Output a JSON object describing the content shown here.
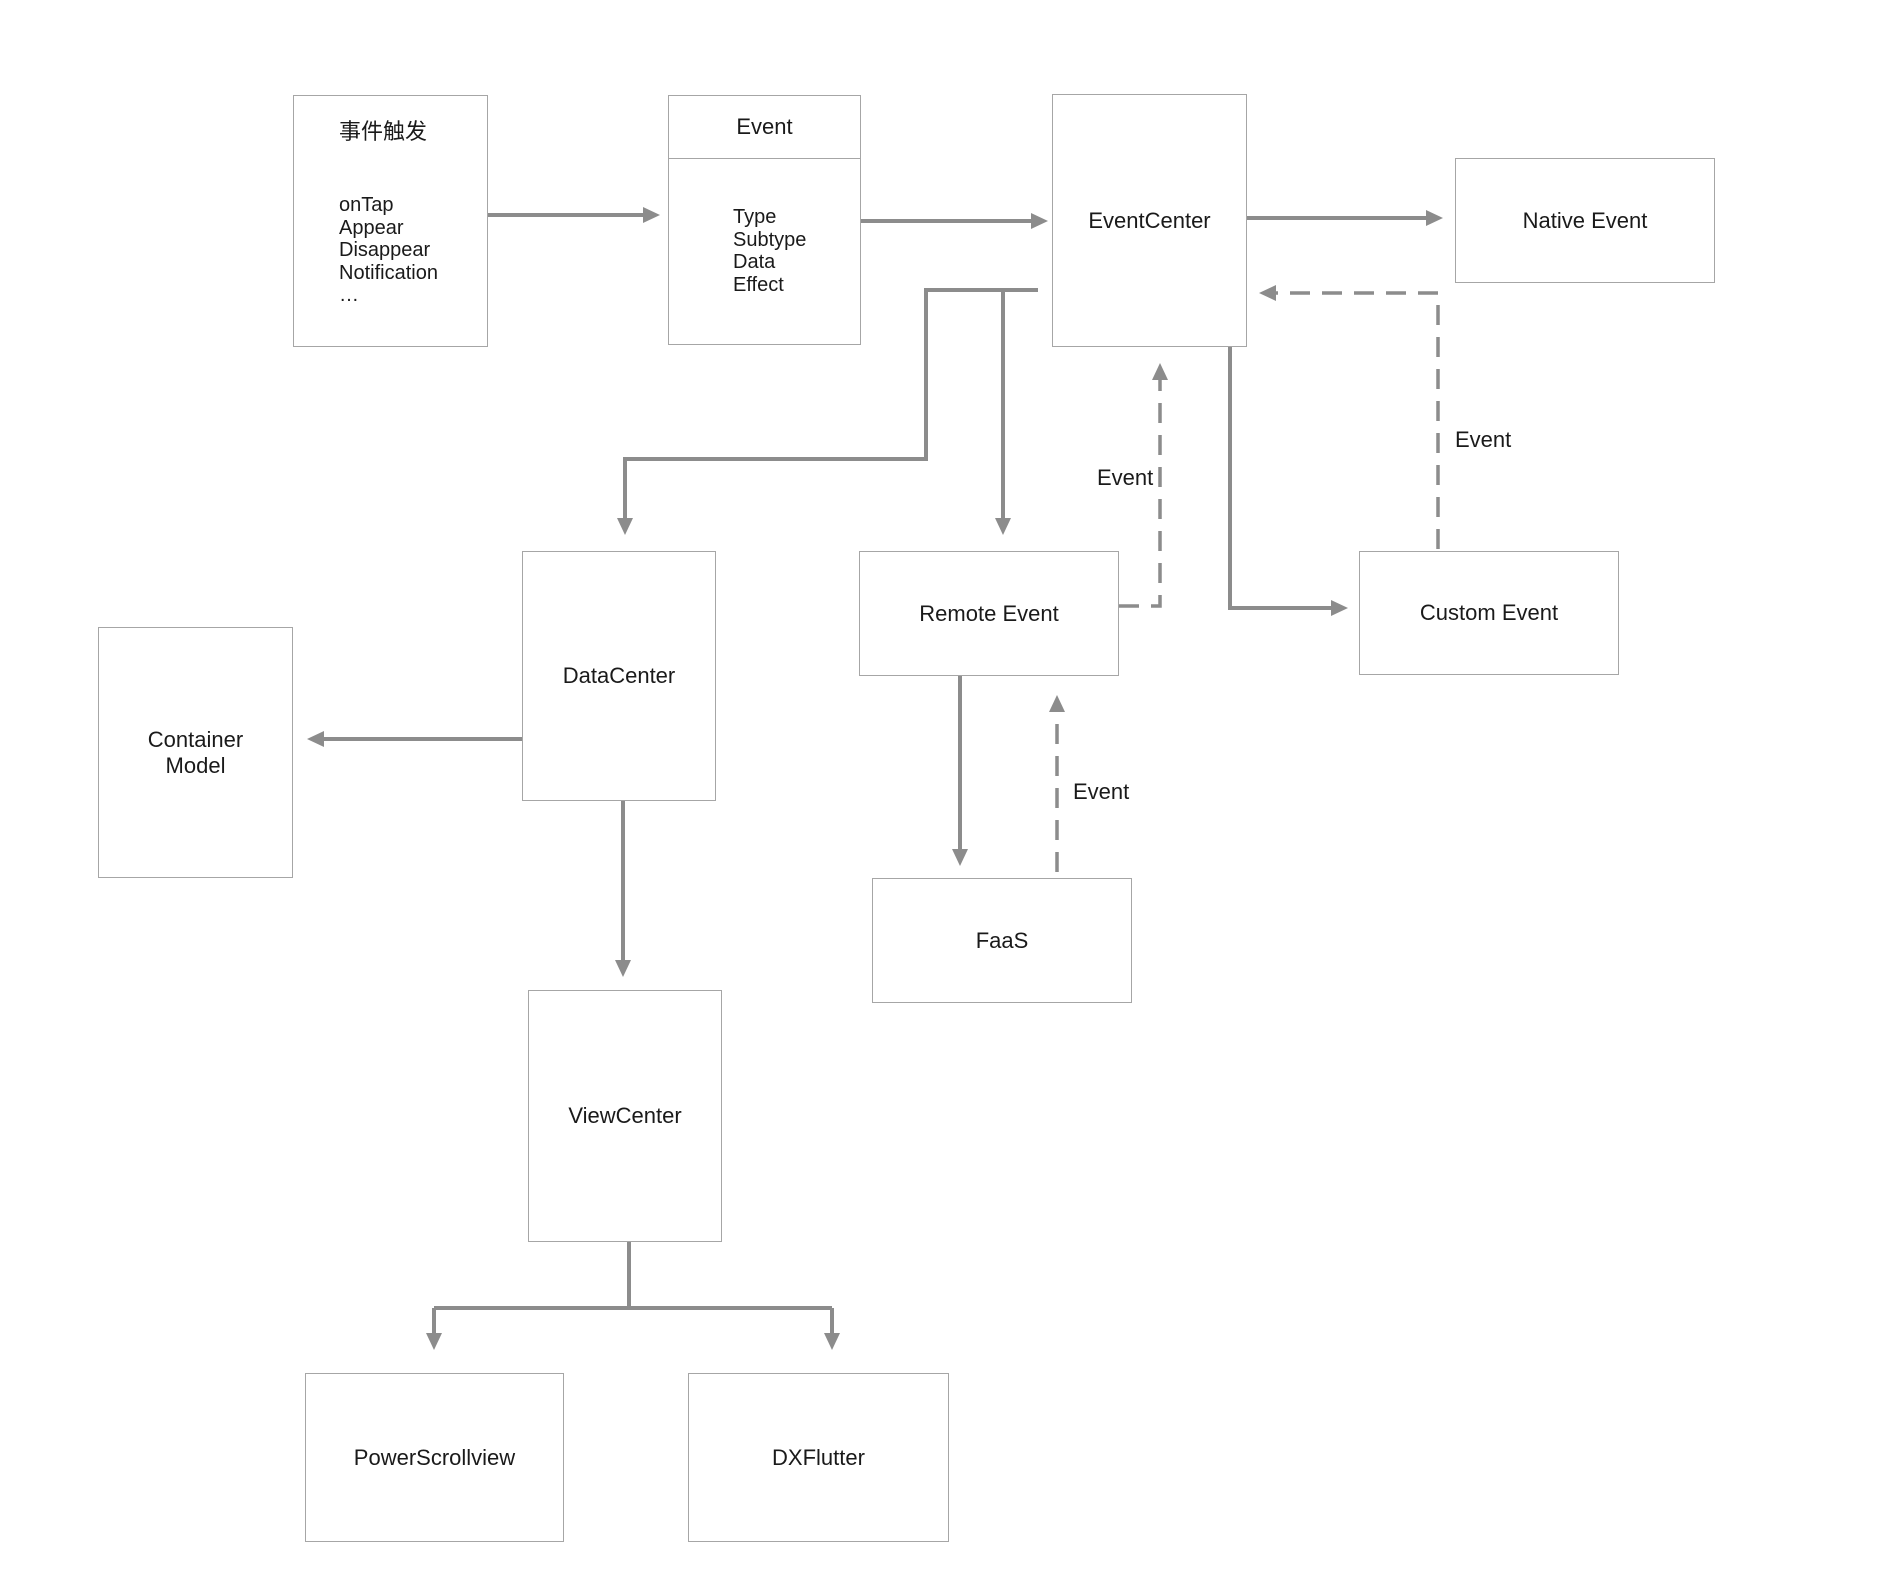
{
  "diagram": {
    "nodes": {
      "trigger": {
        "title": "事件触发",
        "items": [
          "onTap",
          "Appear",
          "Disappear",
          "Notification",
          "…"
        ]
      },
      "event": {
        "title": "Event",
        "items": [
          "Type",
          "Subtype",
          "Data",
          "Effect"
        ]
      },
      "event_center": {
        "label": "EventCenter"
      },
      "native_event": {
        "label": "Native Event"
      },
      "custom_event": {
        "label": "Custom Event"
      },
      "remote_event": {
        "label": "Remote Event"
      },
      "data_center": {
        "label": "DataCenter"
      },
      "container_model": {
        "label": "Container Model"
      },
      "faas": {
        "label": "FaaS"
      },
      "view_center": {
        "label": "ViewCenter"
      },
      "power_scrollview": {
        "label": "PowerScrollview"
      },
      "dx_flutter": {
        "label": "DXFlutter"
      }
    },
    "edge_labels": {
      "custom_to_eventcenter": "Event",
      "remote_to_eventcenter": "Event",
      "faas_to_remote": "Event"
    },
    "colors": {
      "line": "#8c8c8c",
      "box_border": "#a6a6a6",
      "text": "#1a1a1a",
      "background": "#ffffff"
    }
  }
}
